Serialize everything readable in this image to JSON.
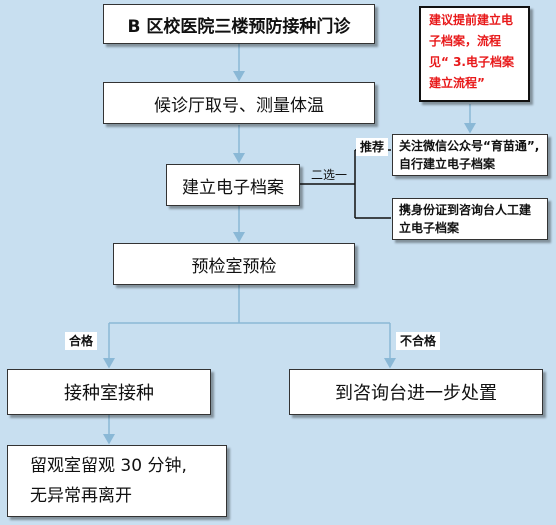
{
  "diagram": {
    "nodes": {
      "clinic": "B 区校医院三楼预防接种门诊",
      "waiting": "候诊厅取号、测量体温",
      "archive": "建立电子档案",
      "precheck": "预检室预检",
      "vaccinate": "接种室接种",
      "consult": "到咨询台进一步处置",
      "observe_line1": "留观室留观 30 分钟,",
      "observe_line2": "无异常再离开",
      "wechat": "关注微信公众号“育苗通”,自行建立电子档案",
      "idcard": "携身份证到咨询台人工建立电子档案",
      "note": "建议提前建立电子档案，流程见“ 3.电子档案建立流程”"
    },
    "labels": {
      "recommend": "推荐",
      "choose_one": "二选一",
      "pass": "合格",
      "fail": "不合格"
    }
  },
  "colors": {
    "background": "#c8dff0",
    "arrow": "#8ab8d6",
    "note_text": "#e8191a"
  }
}
